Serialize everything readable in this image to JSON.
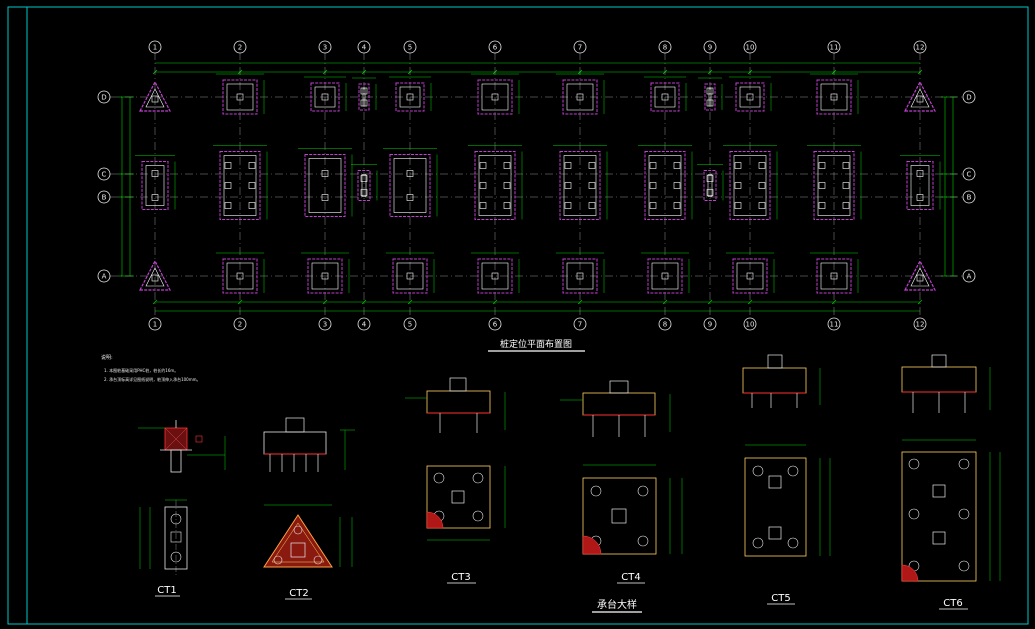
{
  "plan": {
    "title": "桩定位平面布置图",
    "col_labels": [
      "1",
      "2",
      "3",
      "4",
      "5",
      "6",
      "7",
      "8",
      "9",
      "10",
      "11",
      "12"
    ],
    "row_labels": [
      "D",
      "C",
      "B",
      "A"
    ]
  },
  "notes": {
    "heading": "说明:",
    "lines": [
      "1. 本图桩基础采用PHC桩，桩长约16m。",
      "2. 承台顶标高详见图纸说明，桩顶伸入承台100mm。"
    ]
  },
  "details": {
    "title": "承台大样",
    "labels": [
      "CT1",
      "CT2",
      "CT3",
      "CT4",
      "CT5",
      "CT6"
    ]
  },
  "colors": {
    "background": "#000000",
    "frame": "#00c8c8",
    "dimension": "#00d000",
    "pile_cap": "#c040d0",
    "text": "#e8e8e8",
    "hatch": "#e02020"
  }
}
